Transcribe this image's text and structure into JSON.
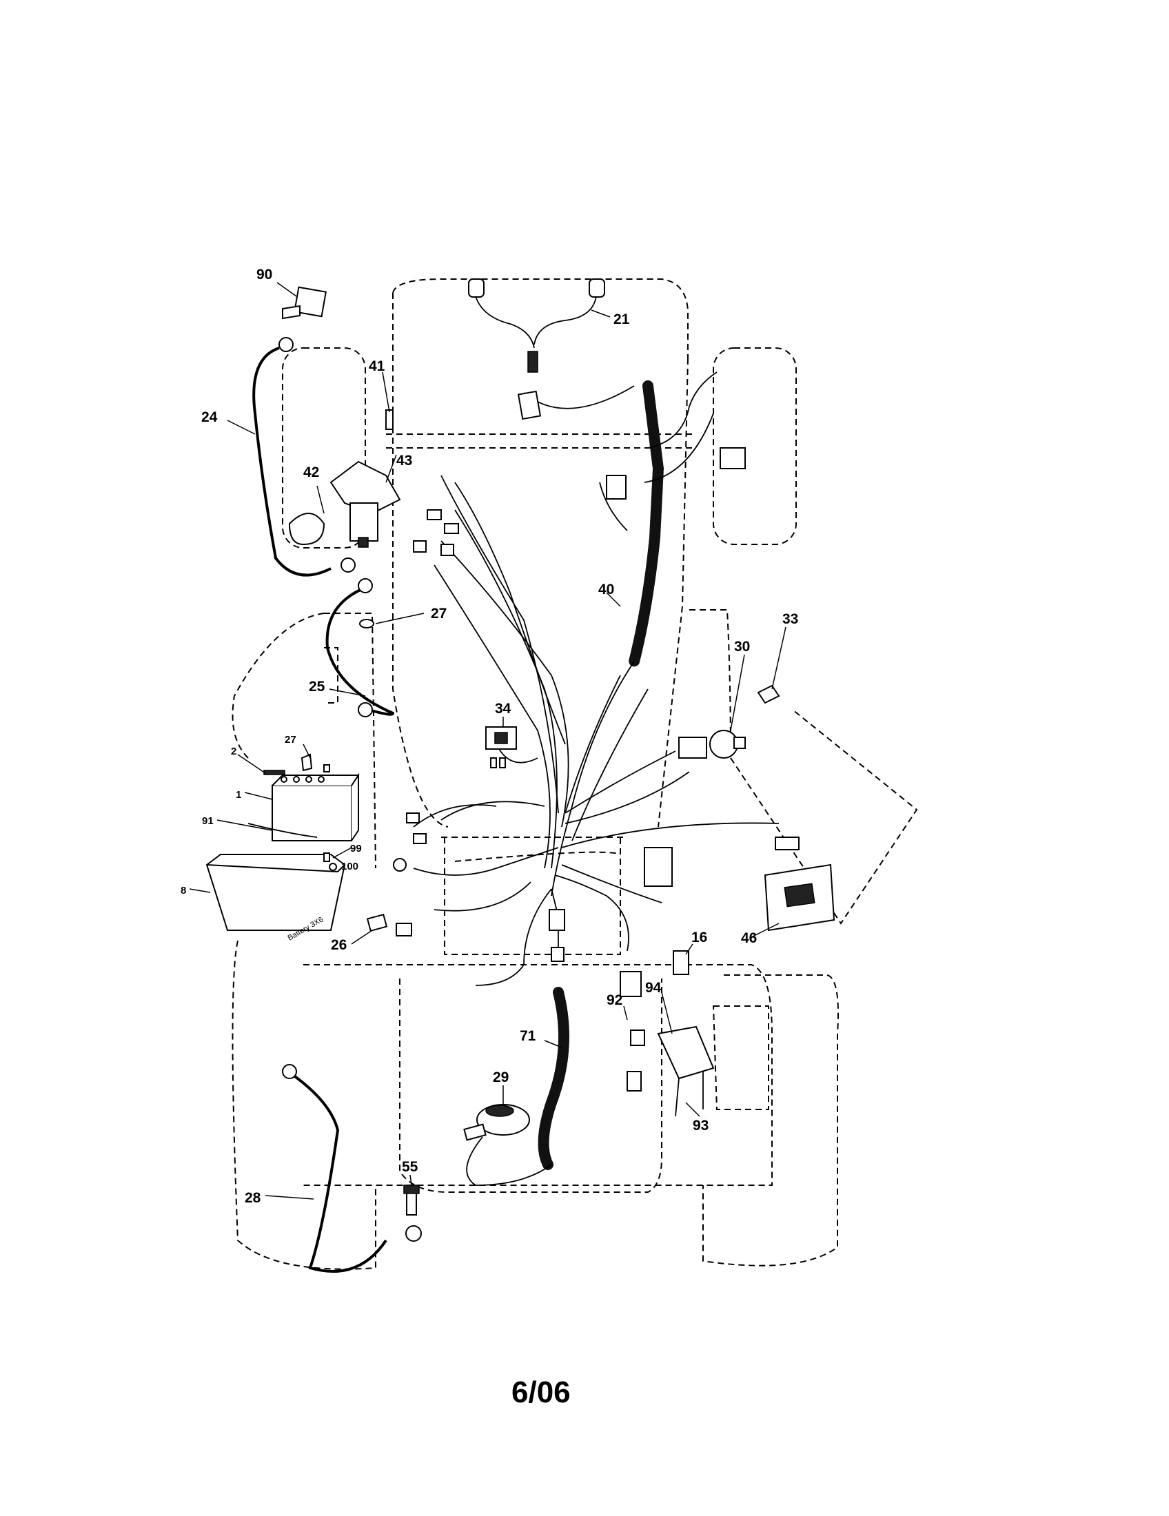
{
  "callouts": {
    "c90": "90",
    "c21": "21",
    "c41": "41",
    "c24": "24",
    "c42": "42",
    "c43": "43",
    "c27a": "27",
    "c25": "25",
    "c40": "40",
    "c33": "33",
    "c30": "30",
    "c34": "34",
    "c2": "2",
    "c27b": "27",
    "c1": "1",
    "c91": "91",
    "c99": "99",
    "c100": "100",
    "c8": "8",
    "c26": "26",
    "c46": "46",
    "c16": "16",
    "c92": "92",
    "c94": "94",
    "c71": "71",
    "c29": "29",
    "c93": "93",
    "c55": "55",
    "c28": "28"
  },
  "battery_box_marking": "Battery 3X6",
  "footer": {
    "date_code": "6/06"
  }
}
